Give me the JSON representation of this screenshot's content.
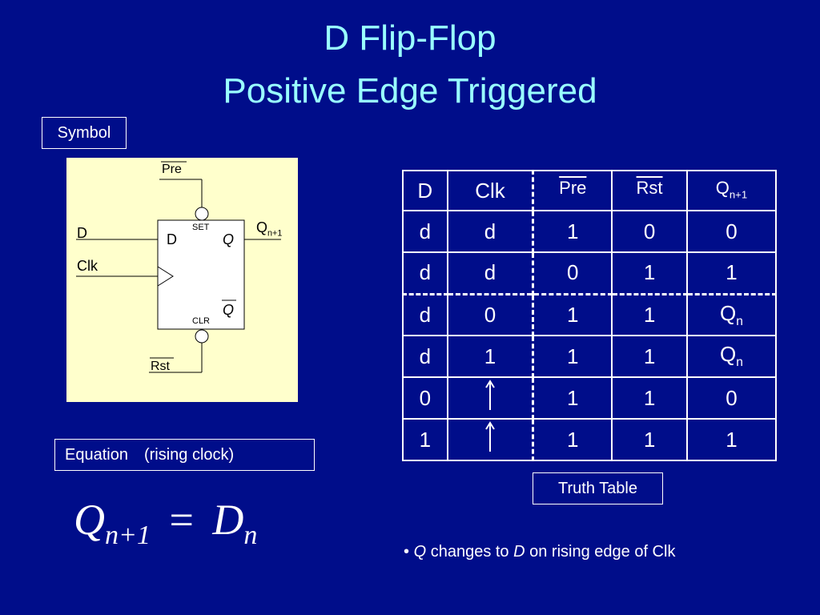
{
  "title": {
    "line1": "D Flip-Flop",
    "line2": "Positive Edge Triggered"
  },
  "labels": {
    "symbol": "Symbol",
    "equation_word": "Equation",
    "equation_note": "(rising clock)",
    "truth_table": "Truth Table"
  },
  "symbol_diagram": {
    "pre": "Pre",
    "rst": "Rst",
    "d_input": "D",
    "clk_input": "Clk",
    "set": "SET",
    "clr": "CLR",
    "d_inside": "D",
    "q_inside": "Q",
    "qbar_inside": "Q",
    "q_out": "Q",
    "q_out_sub": "n+1"
  },
  "truth_table": {
    "headers": [
      "D",
      "Clk",
      "Pre",
      "Rst",
      "Q"
    ],
    "header_last_sub": "n+1",
    "rows": [
      [
        "d",
        "d",
        "1",
        "0",
        "0"
      ],
      [
        "d",
        "d",
        "0",
        "1",
        "1"
      ],
      [
        "d",
        "0",
        "1",
        "1",
        "Q"
      ],
      [
        "d",
        "1",
        "1",
        "1",
        "Q"
      ],
      [
        "0",
        "",
        "1",
        "1",
        "0"
      ],
      [
        "1",
        "",
        "1",
        "1",
        "1"
      ]
    ],
    "qn_sub": "n"
  },
  "equation": {
    "lhs": "Q",
    "lhs_sub": "n+1",
    "eq": "=",
    "rhs": "D",
    "rhs_sub": "n"
  },
  "bullet": {
    "dot": "•",
    "q": "Q",
    "text1": " changes to ",
    "d": "D",
    "text2": " on rising edge of Clk"
  },
  "colors": {
    "background": "#000d8a",
    "title": "#99ffff",
    "symbol_panel": "#ffffcc"
  }
}
